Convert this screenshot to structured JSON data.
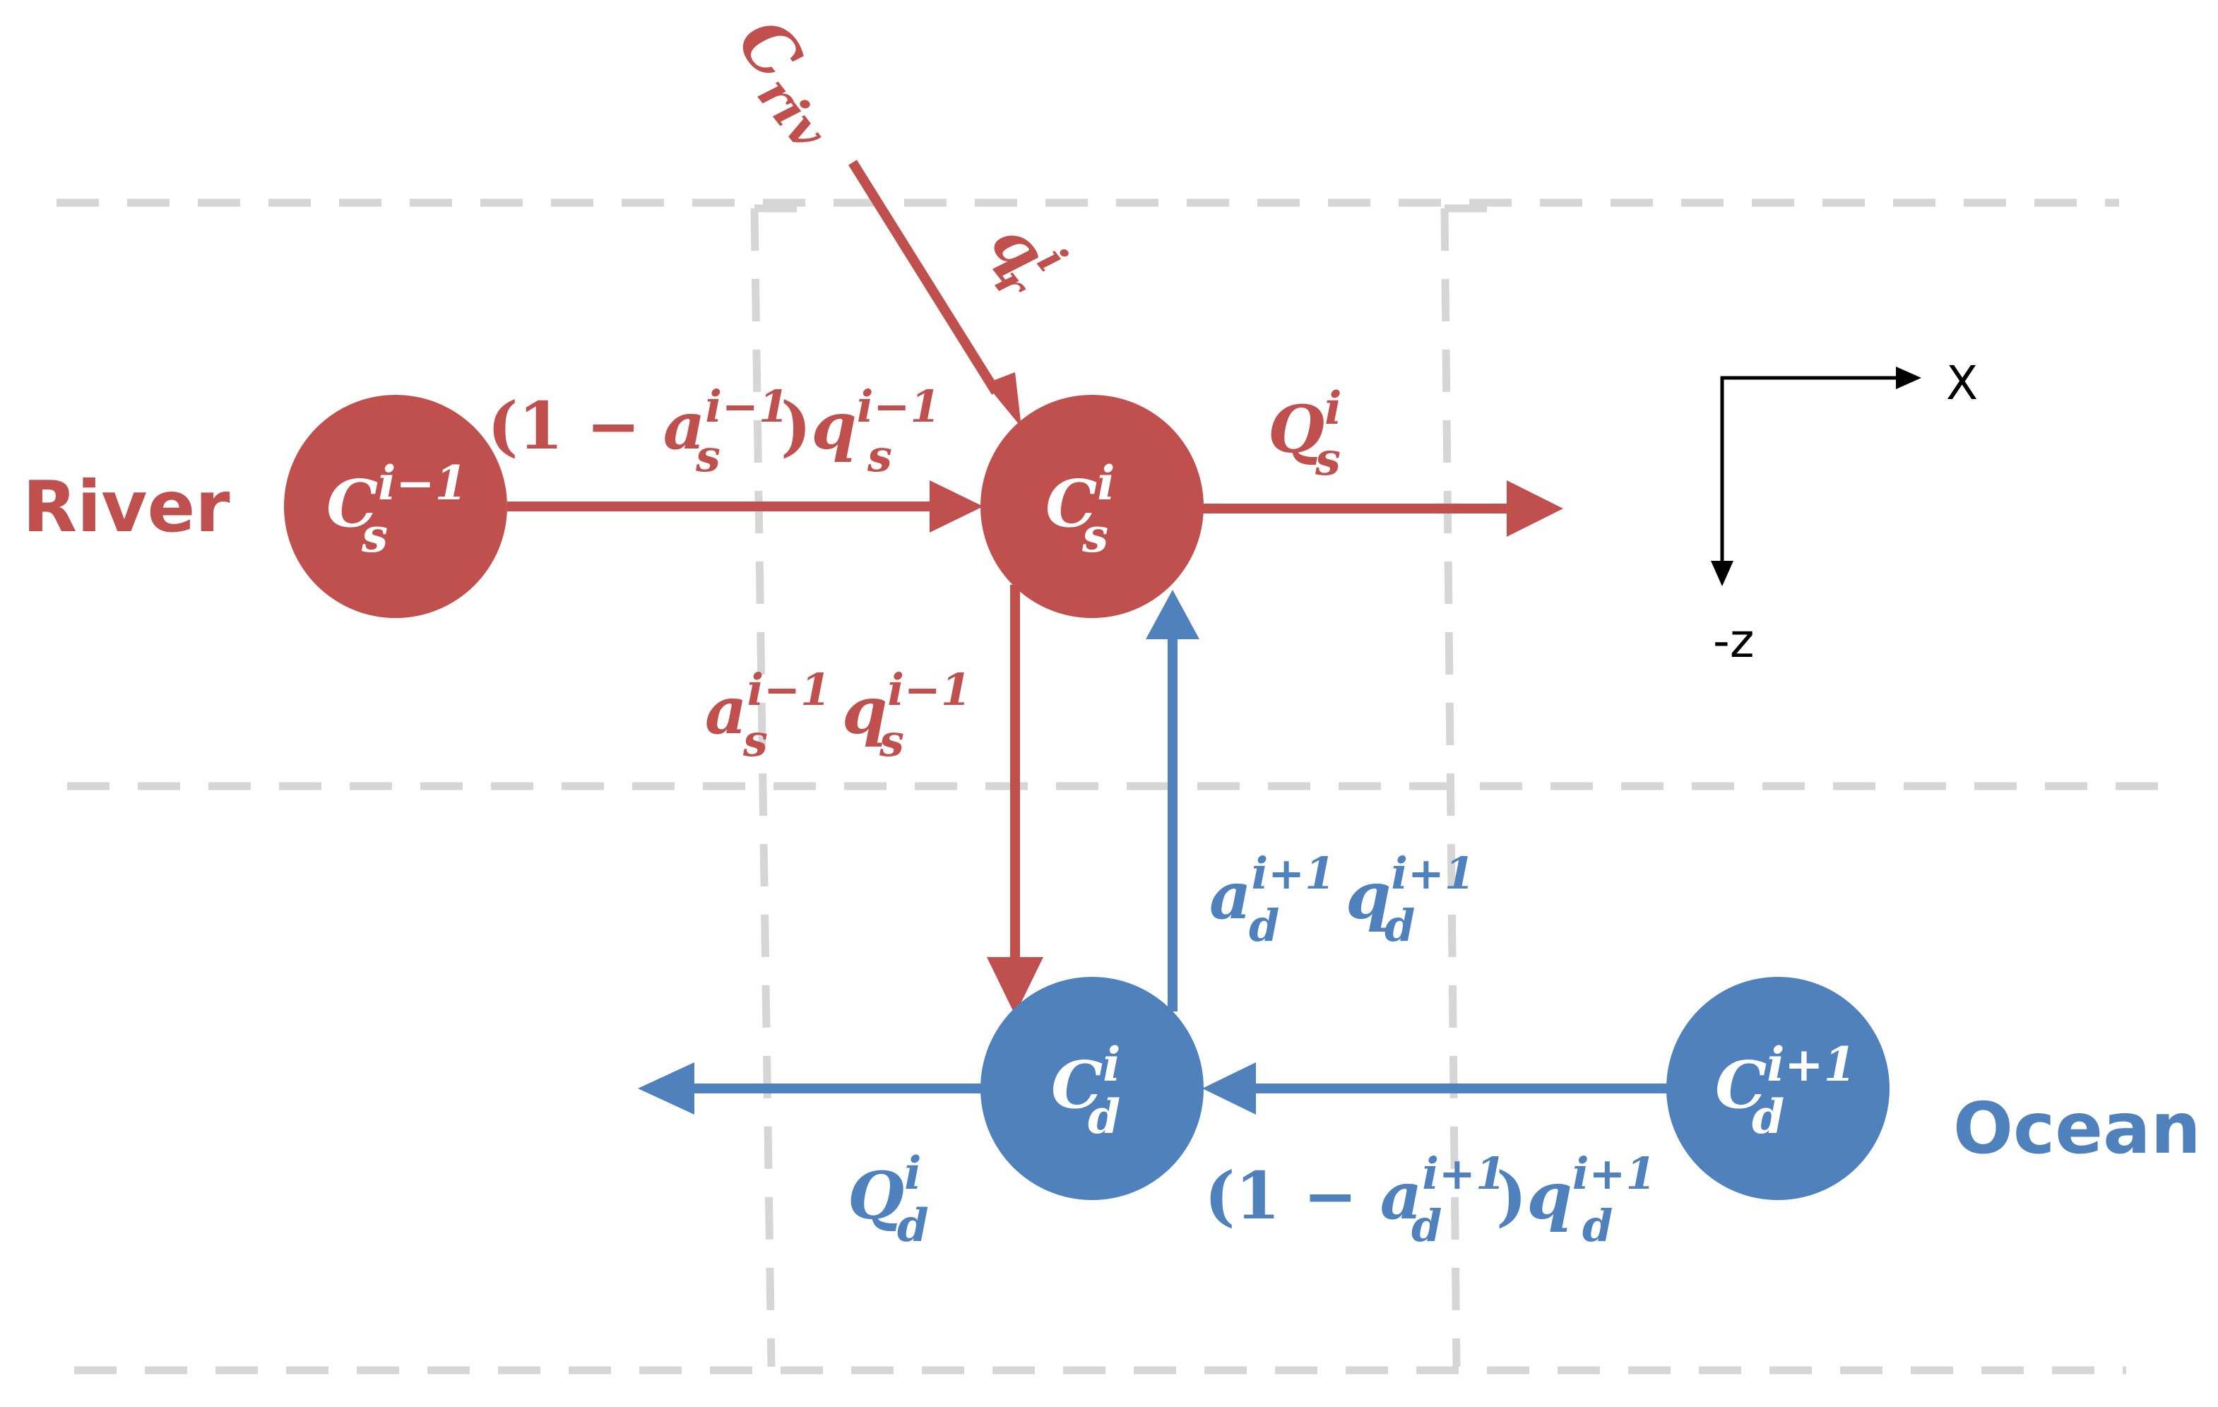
{
  "colors": {
    "river": "#c0504d",
    "ocean": "#4f81bd",
    "grid": "#d6d6d6",
    "axes": "#000000"
  },
  "regions": {
    "river": "River",
    "ocean": "Ocean"
  },
  "nodes": {
    "cs_prev": {
      "base": "C",
      "sup": "i−1",
      "sub": "s"
    },
    "cs_i": {
      "base": "C",
      "sup": "i",
      "sub": "s"
    },
    "cd_i": {
      "base": "C",
      "sup": "i",
      "sub": "d"
    },
    "cd_next": {
      "base": "C",
      "sup": "i+1",
      "sub": "d"
    }
  },
  "labels": {
    "c_riv": {
      "base": "C",
      "sub": "riv"
    },
    "q_r": {
      "base": "q",
      "sup": "i",
      "sub": "r"
    },
    "river_horizontal": {
      "open": "(1 − ",
      "a": "a",
      "a_sup": "i−1",
      "a_sub": "s",
      "close": ")",
      "q": "q",
      "q_sup": "i−1",
      "q_sub": "s"
    },
    "q_s_out": {
      "base": "Q",
      "sup": "i",
      "sub": "s"
    },
    "down_flux": {
      "a": "a",
      "a_sup": "i−1",
      "a_sub": "s",
      "q": "q",
      "q_sup": "i−1",
      "q_sub": "s"
    },
    "up_flux": {
      "a": "a",
      "a_sup": "i+1",
      "a_sub": "d",
      "q": "q",
      "q_sup": "i+1",
      "q_sub": "d"
    },
    "q_d_out": {
      "base": "Q",
      "sup": "i",
      "sub": "d"
    },
    "ocean_horizontal": {
      "open": "(1 − ",
      "a": "a",
      "a_sup": "i+1",
      "a_sub": "d",
      "close": ")",
      "q": "q",
      "q_sup": "i+1",
      "q_sub": "d"
    }
  },
  "axes": {
    "x_label": "X",
    "z_label": "-z"
  }
}
